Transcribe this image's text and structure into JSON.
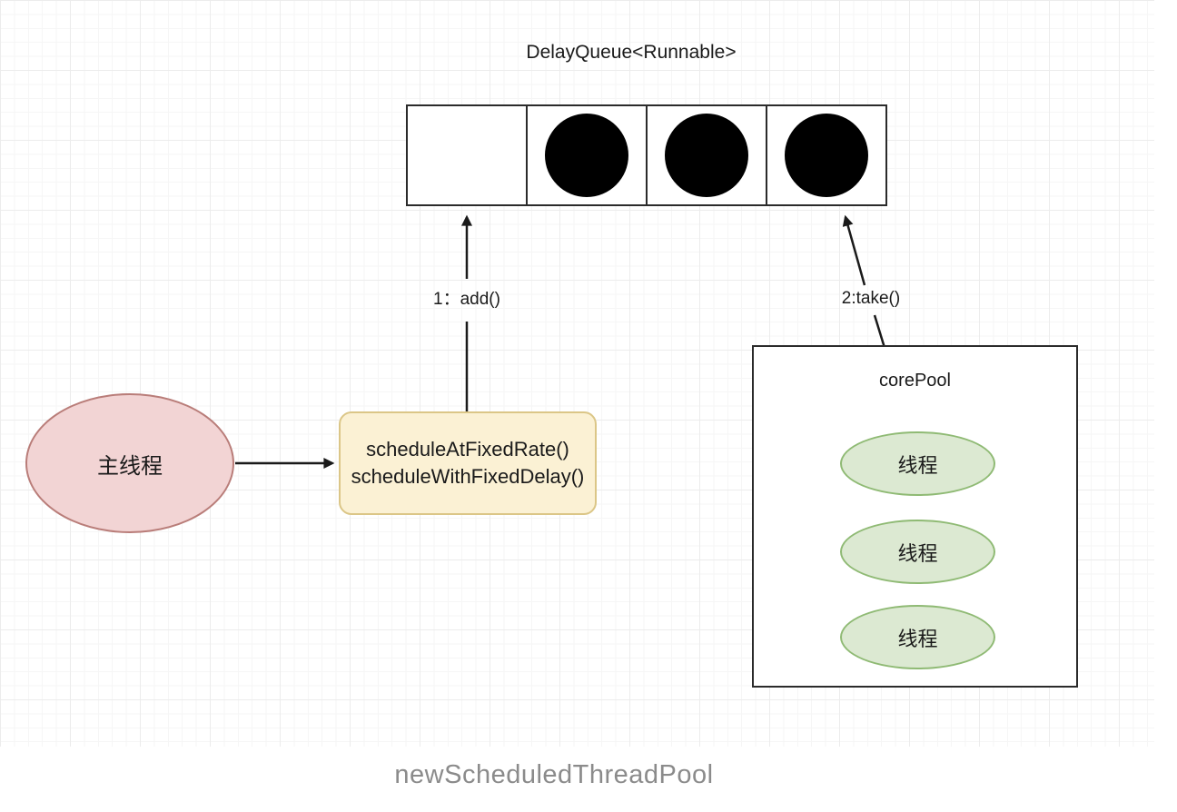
{
  "colors": {
    "canvas": "#ffffff",
    "grid_minor": "#f6f6f6",
    "grid_major": "#ececec",
    "stroke_dark": "#2b2b2b",
    "arrow": "#1a1a1a",
    "text": "#1a1a1a",
    "caption_text": "#8b8b8b",
    "main_thread_fill": "#f2d4d4",
    "main_thread_border": "#b97d79",
    "schedule_fill": "#fbf1d4",
    "schedule_border": "#dbc687",
    "pool_thread_fill": "#dce9d2",
    "pool_thread_border": "#8fba74",
    "task_dot": "#000000"
  },
  "title": {
    "text": "DelayQueue<Runnable>"
  },
  "caption": {
    "text": "newScheduledThreadPool"
  },
  "delay_queue": {
    "cells": [
      {
        "filled": false
      },
      {
        "filled": true
      },
      {
        "filled": true
      },
      {
        "filled": true
      }
    ]
  },
  "main_thread": {
    "label": "主线程"
  },
  "schedule_box": {
    "line1": "scheduleAtFixedRate()",
    "line2": "scheduleWithFixedDelay()"
  },
  "arrows": {
    "add_label": "1：add()",
    "take_label": "2:take()"
  },
  "core_pool": {
    "label": "corePool",
    "threads": [
      {
        "label": "线程"
      },
      {
        "label": "线程"
      },
      {
        "label": "线程"
      }
    ]
  }
}
